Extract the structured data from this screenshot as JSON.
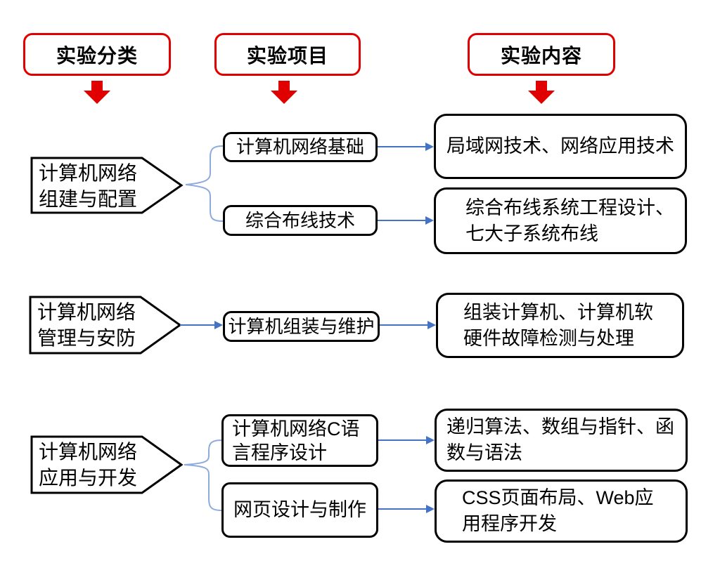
{
  "colors": {
    "header_border_red": "#e00000",
    "down_arrow_red": "#e00000",
    "arrow_blue": "#4472c4",
    "brace_light_blue": "#8faadc",
    "box_border_black": "#000000",
    "background": "#ffffff"
  },
  "column_headers": [
    {
      "label": "实验分类"
    },
    {
      "label": "实验项目"
    },
    {
      "label": "实验内容"
    }
  ],
  "rows": [
    {
      "category_lines": [
        "计算机网络",
        "组建与配置"
      ],
      "branches": [
        {
          "project_lines": [
            "计算机网络基础"
          ],
          "content_lines": [
            "局域网技术、网络应用技术"
          ]
        },
        {
          "project_lines": [
            "综合布线技术"
          ],
          "content_lines": [
            "综合布线系统工程设计、",
            "七大子系统布线"
          ]
        }
      ]
    },
    {
      "category_lines": [
        "计算机网络",
        "管理与安防"
      ],
      "branches": [
        {
          "project_lines": [
            "计算机组装与维护"
          ],
          "content_lines": [
            "组装计算机、计算机软",
            "硬件故障检测与处理"
          ]
        }
      ]
    },
    {
      "category_lines": [
        "计算机网络",
        "应用与开发"
      ],
      "branches": [
        {
          "project_lines": [
            "计算机网络C语",
            "言程序设计"
          ],
          "content_lines": [
            "递归算法、数组与指针、函",
            "数与语法"
          ]
        },
        {
          "project_lines": [
            "网页设计与制作"
          ],
          "content_lines": [
            "CSS页面布局、Web应",
            "用程序开发"
          ]
        }
      ]
    }
  ]
}
